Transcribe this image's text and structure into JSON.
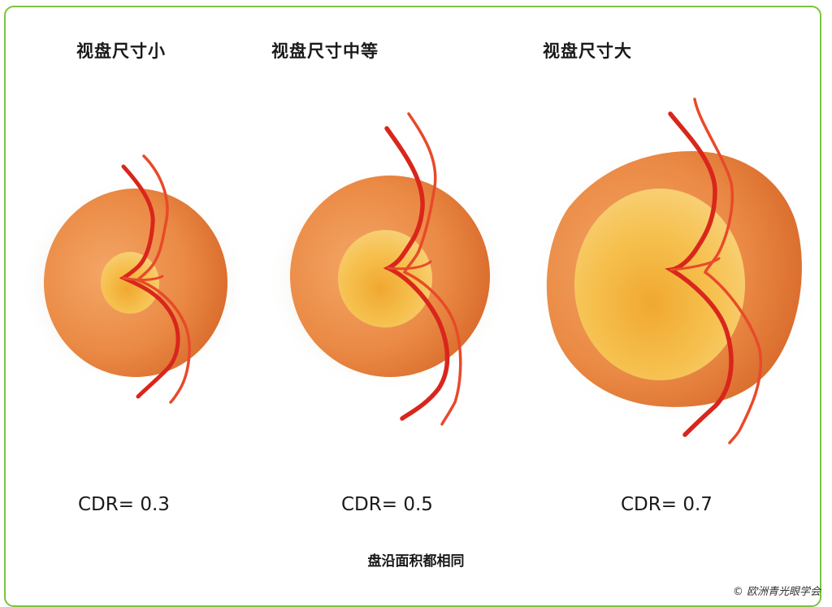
{
  "discs": [
    {
      "title": "视盘尺寸小",
      "cdr_label": "CDR= 0.3",
      "cdr": 0.3
    },
    {
      "title": "视盘尺寸中等",
      "cdr_label": "CDR= 0.5",
      "cdr": 0.5
    },
    {
      "title": "视盘尺寸大",
      "cdr_label": "CDR= 0.7",
      "cdr": 0.7
    }
  ],
  "note": "盘沿面积都相同",
  "copyright": "© 欧洲青光眼学会",
  "colors": {
    "frame_border": "#7cc242",
    "rim_orange": "#e8833e",
    "cup_yellow": "#f6c046",
    "vessel_dark": "#d9261c",
    "vessel_light": "#e84a2a"
  }
}
